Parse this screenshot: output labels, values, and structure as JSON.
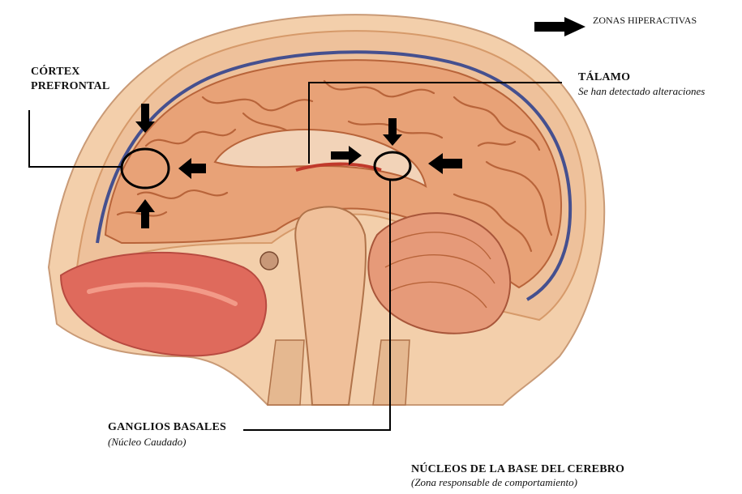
{
  "legend": {
    "label": "ZONAS HIPERACTIVAS",
    "icon": "arrow-icon"
  },
  "labels": {
    "cortex_line1": "CÓRTEX",
    "cortex_line2": "PREFRONTAL",
    "talamo_title": "TÁLAMO",
    "talamo_note": "Se han detectado alteraciones",
    "ganglios_title": "GANGLIOS BASALES",
    "ganglios_note": "(Núcleo Caudado)",
    "nucleos_title": "NÚCLEOS DE LA BASE DEL CEREBRO",
    "nucleos_note": "(Zona responsable de comportamiento)"
  },
  "colors": {
    "brain_tissue": "#e8a277",
    "brain_fold": "#b8643a",
    "skull": "#efc9a2",
    "meninges_blue": "#45508f",
    "skin": "#f2c8a0",
    "nasal_tissue": "#df6a5c",
    "marker": "#000000"
  }
}
